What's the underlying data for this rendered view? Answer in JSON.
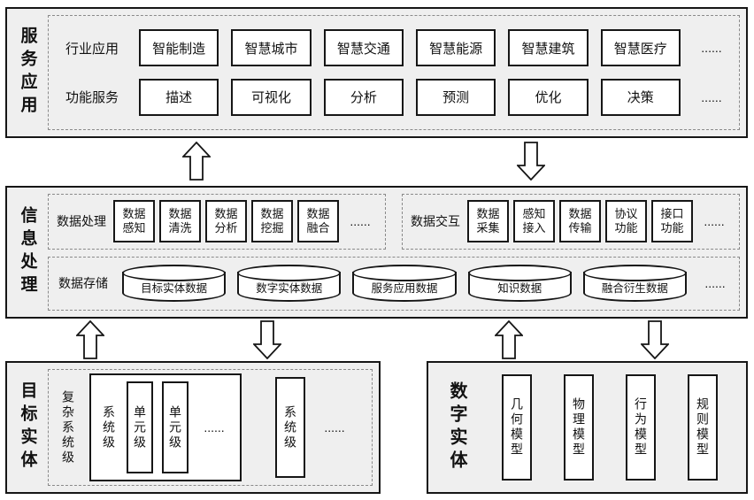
{
  "dots": "......",
  "service": {
    "side_label": "服务应用",
    "industry": {
      "label": "行业应用",
      "items": [
        "智能制造",
        "智慧城市",
        "智慧交通",
        "智慧能源",
        "智慧建筑",
        "智慧医疗"
      ]
    },
    "function": {
      "label": "功能服务",
      "items": [
        "描述",
        "可视化",
        "分析",
        "预测",
        "优化",
        "决策"
      ]
    }
  },
  "information": {
    "side_label": "信息处理",
    "processing": {
      "label": "数据处理",
      "items": [
        "数据感知",
        "数据清洗",
        "数据分析",
        "数据挖掘",
        "数据融合"
      ]
    },
    "interaction": {
      "label": "数据交互",
      "items": [
        "数据采集",
        "感知接入",
        "数据传输",
        "协议功能",
        "接口功能"
      ]
    },
    "storage": {
      "label": "数据存储",
      "items": [
        "目标实体数据",
        "数字实体数据",
        "服务应用数据",
        "知识数据",
        "融合衍生数据"
      ]
    }
  },
  "target_entity": {
    "side_label": "目标实体",
    "complex_system_label": "复杂系统级",
    "system_label": "系统级",
    "units": [
      "单元级",
      "单元级"
    ],
    "system2_label": "系统级"
  },
  "digital_entity": {
    "side_label": "数字实体",
    "models": [
      "几何模型",
      "物理模型",
      "行为模型",
      "规则模型"
    ]
  }
}
